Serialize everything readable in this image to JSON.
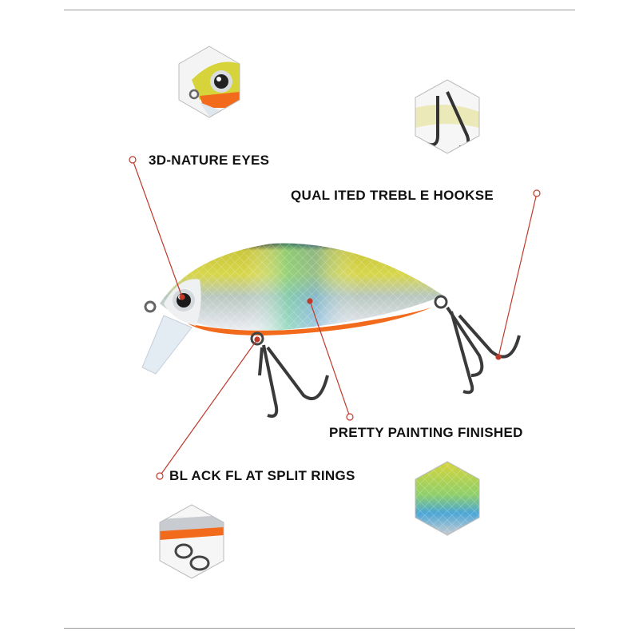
{
  "callouts": {
    "eyes": "3D-NATURE EYES",
    "hooks": "QUAL ITED TREBL E HOOKSE",
    "painting": "PRETTY PAINTING FINISHED",
    "rings": "BL ACK FL AT SPLIT RINGS"
  },
  "colors": {
    "callout_line": "#c0392b",
    "body_yellow": "#d6d43a",
    "belly_orange": "#f26a1b",
    "stripe_green": "#5fd0a0",
    "stripe_blue": "#4aa6d6"
  }
}
